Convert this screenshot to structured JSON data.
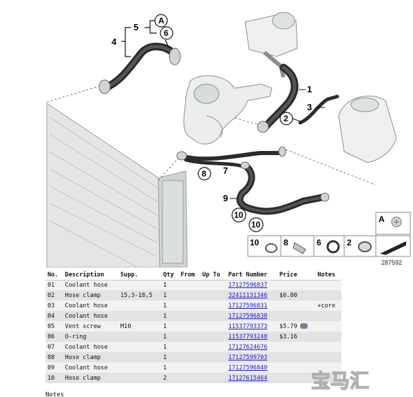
{
  "diagram": {
    "callouts": [
      "1",
      "2",
      "3",
      "4",
      "5",
      "6",
      "7",
      "8",
      "9",
      "10",
      "10",
      "A"
    ],
    "legend": [
      {
        "label": "10",
        "part": "hose-clamp"
      },
      {
        "label": "8",
        "part": "hose-clamp-spring"
      },
      {
        "label": "6",
        "part": "o-ring"
      },
      {
        "label": "2",
        "part": "hose-clamp-band"
      }
    ],
    "legend_a": "A",
    "reference": "287592"
  },
  "table": {
    "headers": [
      "No.",
      "Description",
      "Supp.",
      "Qty",
      "From",
      "Up To",
      "Part Number",
      "Price",
      "Notes"
    ],
    "rows": [
      {
        "no": "01",
        "desc": "Coolant hose",
        "supp": "",
        "qty": "1",
        "part": "17127596837",
        "price": "",
        "notes": ""
      },
      {
        "no": "02",
        "desc": "Hose clamp",
        "supp": "15,3-18,5",
        "qty": "1",
        "part": "32411131346",
        "price": "$0.80",
        "notes": ""
      },
      {
        "no": "03",
        "desc": "Coolant hose",
        "supp": "",
        "qty": "1",
        "part": "17127596831",
        "price": "",
        "notes": "+core"
      },
      {
        "no": "04",
        "desc": "Coolant hose",
        "supp": "",
        "qty": "1",
        "part": "17127596838",
        "price": "",
        "notes": ""
      },
      {
        "no": "05",
        "desc": "Vent screw",
        "supp": "M10",
        "qty": "1",
        "part": "11537793373",
        "price": "$5.79",
        "notes": "",
        "icon": "camera-icon"
      },
      {
        "no": "06",
        "desc": "O-ring",
        "supp": "",
        "qty": "1",
        "part": "11537793248",
        "price": "$3.16",
        "notes": ""
      },
      {
        "no": "07",
        "desc": "Coolant hose",
        "supp": "",
        "qty": "1",
        "part": "17127624676",
        "price": "",
        "notes": ""
      },
      {
        "no": "08",
        "desc": "Hose clamp",
        "supp": "",
        "qty": "1",
        "part": "17127599703",
        "price": "",
        "notes": ""
      },
      {
        "no": "09",
        "desc": "Coolant hose",
        "supp": "",
        "qty": "1",
        "part": "17127596840",
        "price": "",
        "notes": ""
      },
      {
        "no": "10",
        "desc": "Hose clamp",
        "supp": "",
        "qty": "2",
        "part": "17127615464",
        "price": "",
        "notes": ""
      }
    ]
  },
  "notes_label": "Notes",
  "watermark": "宝马汇",
  "colors": {
    "link": "#1a1ad4",
    "row_light": "#f2f2f2",
    "row_dark": "#e3e3e3",
    "hose": "#2b2b2b",
    "part_grey": "#d8dcdc"
  }
}
